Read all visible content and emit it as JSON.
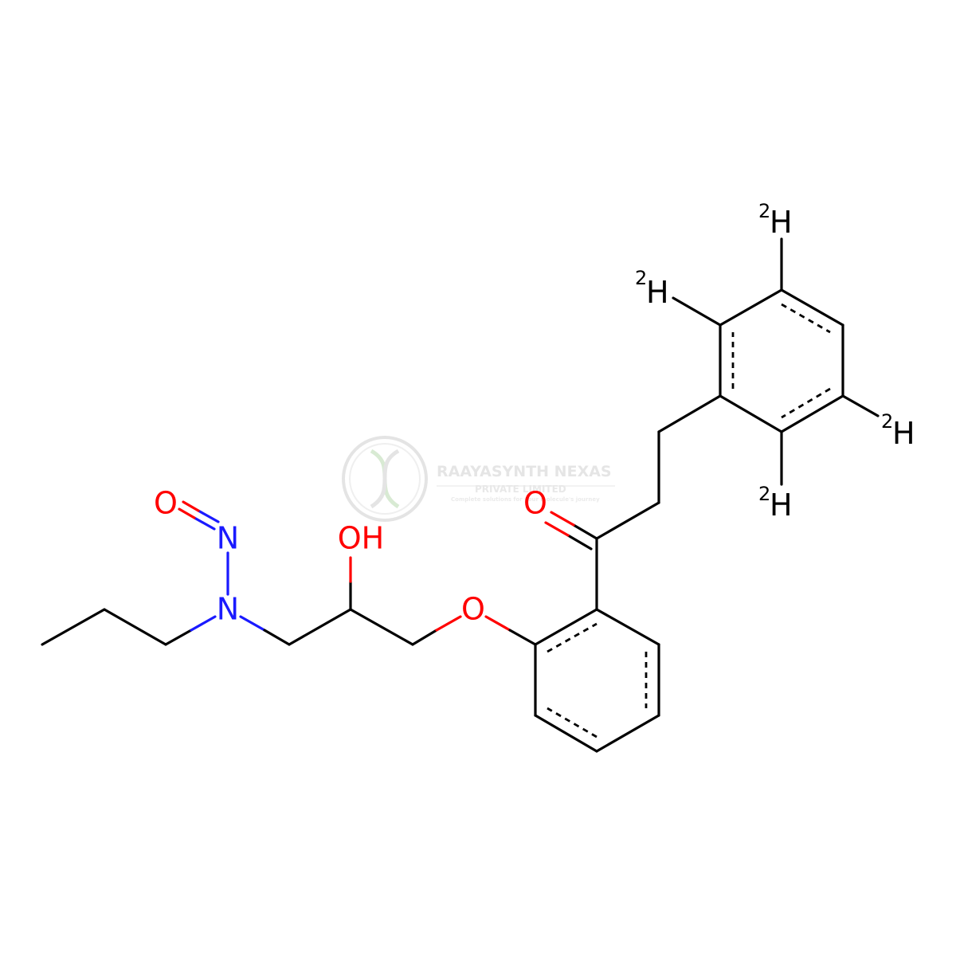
{
  "atoms": {
    "o_nitroso": "O",
    "n_nitroso": "N",
    "n_amine": "N",
    "oh": "OH",
    "o_ether": "O",
    "o_ketone": "O",
    "h_a": "H",
    "h_b": "H",
    "h_c": "H",
    "h_d": "H"
  },
  "isotope_label": "2",
  "colors": {
    "carbon": "#000000",
    "nitrogen": "#1a1aff",
    "oxygen": "#ff0000",
    "watermark": "#d0d0d0"
  },
  "watermark": {
    "company": "RAAYASYNTH NEXAS",
    "subtitle": "PRIVATE LIMITED",
    "tagline": "Complete solutions for your molecule's journey"
  }
}
